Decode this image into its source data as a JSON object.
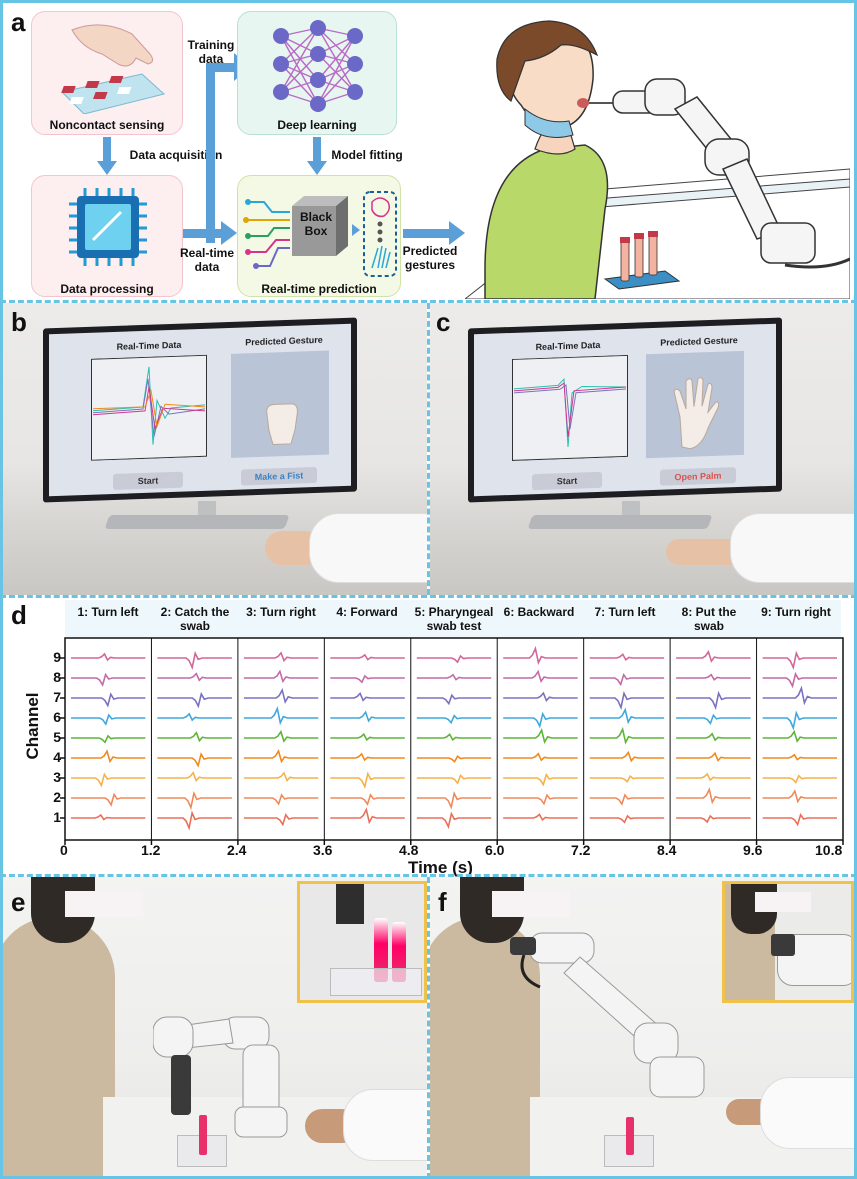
{
  "panels": {
    "a": "a",
    "b": "b",
    "c": "c",
    "d": "d",
    "e": "e",
    "f": "f"
  },
  "diagram_a": {
    "noncontact": "Noncontact sensing",
    "data_acquisition": "Data acquisition",
    "training_data": "Training data",
    "deep_learning": "Deep learning",
    "model_fitting": "Model fitting",
    "data_processing": "Data processing",
    "realtime_data": "Real-time data",
    "black_box": "Black Box",
    "realtime_prediction": "Real-time prediction",
    "predicted_gestures": "Predicted gestures"
  },
  "screen_b": {
    "chart_title": "Real-Time Data",
    "gesture_title": "Predicted Gesture",
    "start": "Start",
    "result": "Make a Fist"
  },
  "screen_c": {
    "chart_title": "Real-Time Data",
    "gesture_title": "Predicted Gesture",
    "start": "Start",
    "result": "Open Palm"
  },
  "colors": {
    "frame": "#67c4e4",
    "inset_border": "#f0c24a",
    "b_result": "#3b82c4",
    "c_result": "#d9534f"
  },
  "chart_data": {
    "type": "line",
    "xlabel": "Time (s)",
    "ylabel": "Channel",
    "x_ticks": [
      "0",
      "1.2",
      "2.4",
      "3.6",
      "4.8",
      "6.0",
      "7.2",
      "8.4",
      "9.6",
      "10.8"
    ],
    "xlim": [
      0,
      10.8
    ],
    "channels": [
      "1",
      "2",
      "3",
      "4",
      "5",
      "6",
      "7",
      "8",
      "9"
    ],
    "segments": [
      "1: Turn left",
      "2: Catch the swab",
      "3: Turn right",
      "4: Forward",
      "5: Pharyngeal swab test",
      "6: Backward",
      "7: Turn left",
      "8: Put the swab",
      "9: Turn right"
    ],
    "segment_boundaries_s": [
      1.2,
      2.4,
      3.6,
      4.8,
      6.0,
      7.2,
      8.4,
      9.6
    ],
    "channel_colors": [
      "#e8705a",
      "#ef8a5a",
      "#f4b24c",
      "#f08a1e",
      "#5db53a",
      "#3da9dc",
      "#7a72c0",
      "#c46aa6",
      "#d2679b"
    ]
  }
}
